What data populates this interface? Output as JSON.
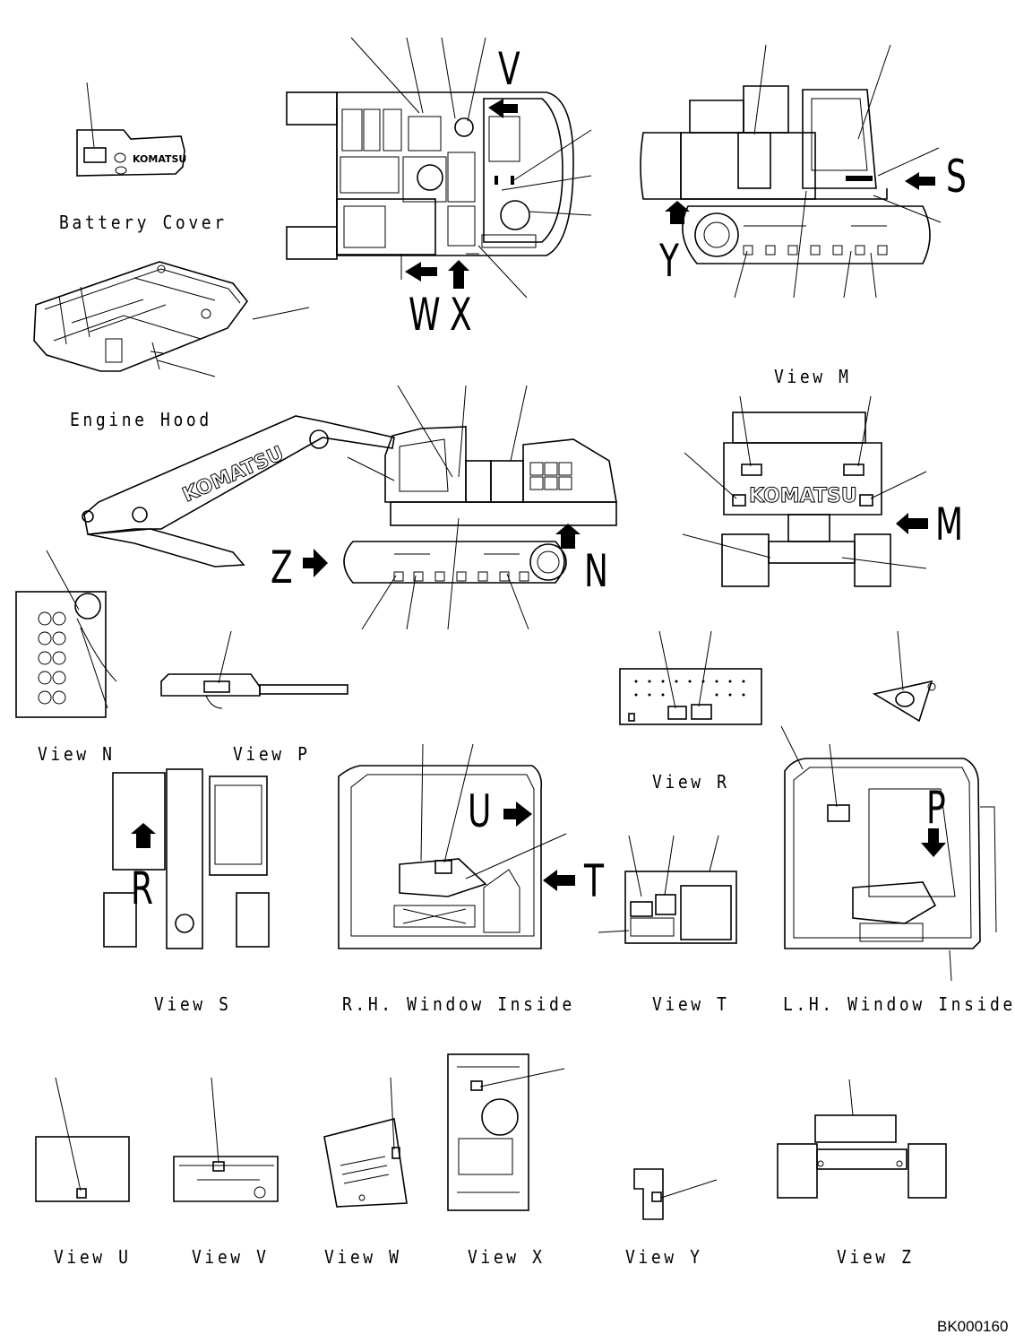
{
  "labels": {
    "battery_cover": "Battery Cover",
    "engine_hood": "Engine Hood",
    "view_m": "View M",
    "view_n": "View N",
    "view_p": "View P",
    "view_r": "View R",
    "view_s": "View S",
    "rh_window": "R.H. Window Inside",
    "view_t": "View T",
    "lh_window": "L.H. Window Inside",
    "view_u": "View U",
    "view_v": "View V",
    "view_w": "View W",
    "view_x": "View X",
    "view_y": "View Y",
    "view_z": "View Z"
  },
  "letters": {
    "v": "V",
    "w": "W",
    "x": "X",
    "s": "S",
    "y": "Y",
    "m": "M",
    "z": "Z",
    "n": "N",
    "u": "U",
    "t": "T",
    "r": "R",
    "p": "P"
  },
  "brand": "KOMATSU",
  "drawing_code": "BK000160",
  "icons": [
    "arrow-icon",
    "leader-line"
  ]
}
